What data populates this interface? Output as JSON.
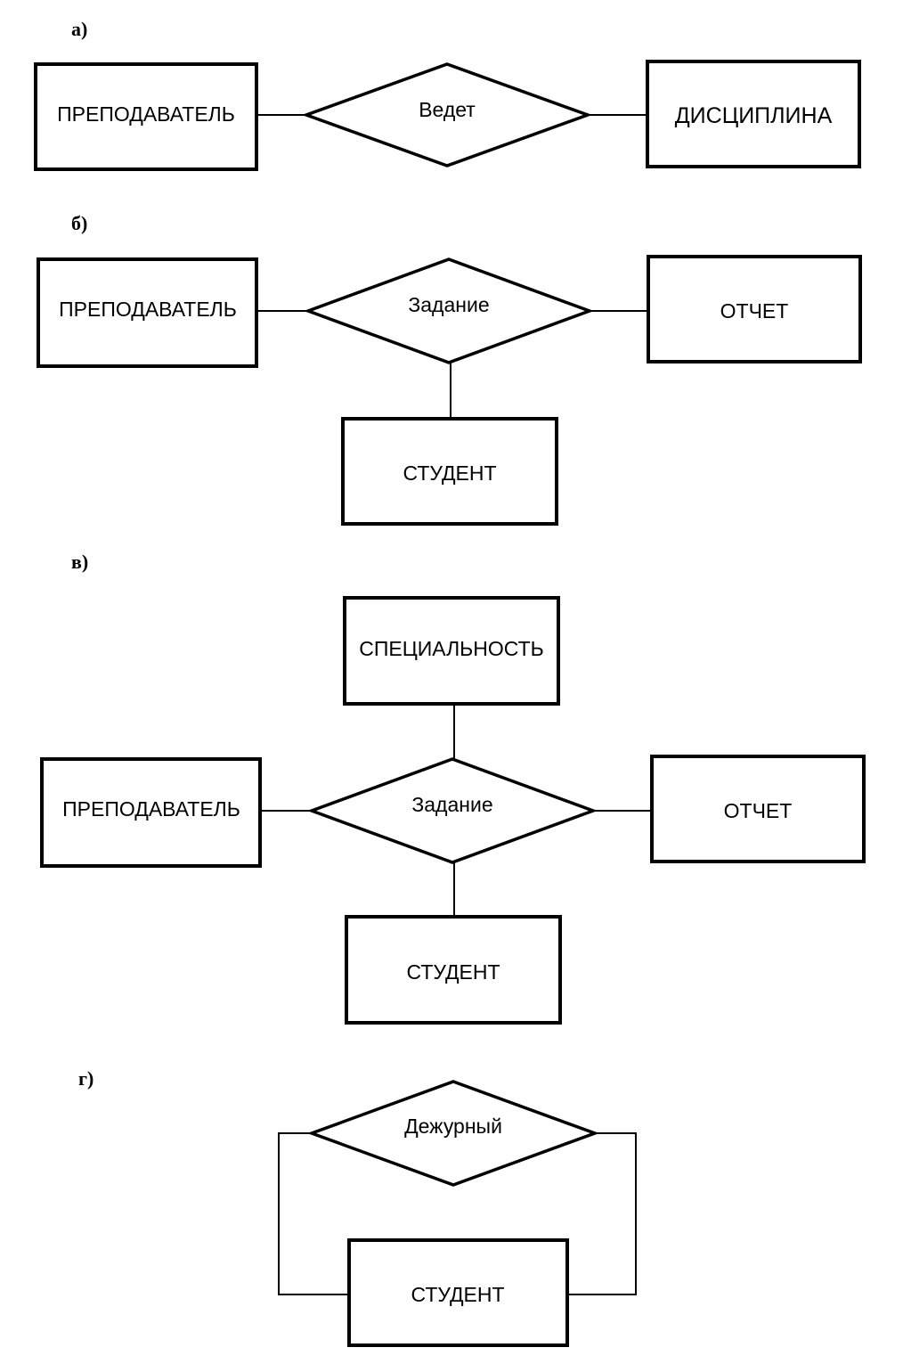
{
  "sections": {
    "a": {
      "label": "а)",
      "entity_left": "ПРЕПОДАВАТЕЛЬ",
      "relationship": "Ведет",
      "entity_right": "ДИСЦИПЛИНА"
    },
    "b": {
      "label": "б)",
      "entity_left": "ПРЕПОДАВАТЕЛЬ",
      "relationship": "Задание",
      "entity_right": "ОТЧЕТ",
      "entity_bottom": "СТУДЕНТ"
    },
    "c": {
      "label": "в)",
      "entity_top": "СПЕЦИАЛЬНОСТЬ",
      "entity_left": "ПРЕПОДАВАТЕЛЬ",
      "relationship": "Задание",
      "entity_right": "ОТЧЕТ",
      "entity_bottom": "СТУДЕНТ"
    },
    "d": {
      "label": "г)",
      "relationship": "Дежурный",
      "entity": "СТУДЕНТ"
    }
  }
}
